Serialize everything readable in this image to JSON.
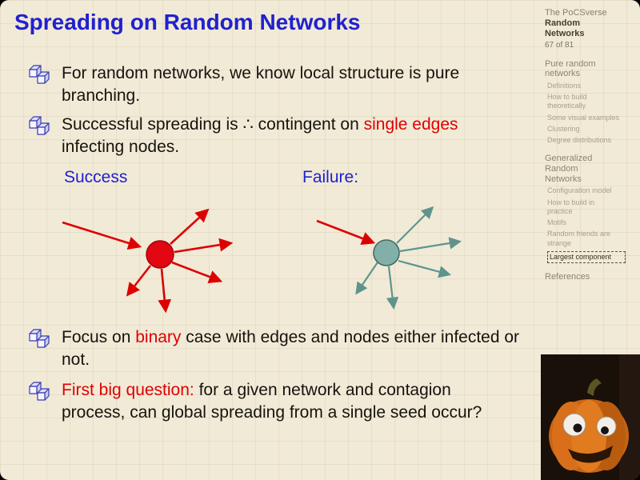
{
  "main": {
    "title": "Spreading on Random Networks",
    "bullets": {
      "b1": {
        "pre": "For random networks, we know local structure is pure branching."
      },
      "b2": {
        "pre": "Successful spreading is ∴ contingent on ",
        "em": "single edges",
        "post": " infecting nodes."
      },
      "b3": {
        "pre": "Focus on ",
        "em": "binary",
        "post": " case with edges and nodes either infected or not."
      },
      "b4": {
        "em": "First big question:",
        "post": " for a given network and contagion process, can global spreading from a single seed occur?"
      }
    },
    "labels": {
      "success": "Success",
      "failure": "Failure:"
    }
  },
  "sidebar": {
    "brand": "The PoCSverse",
    "deck_title": "Random Networks",
    "page": "67 of 81",
    "nav": [
      {
        "label": "Pure random networks",
        "level": "section"
      },
      {
        "label": "Definitions",
        "level": "sub"
      },
      {
        "label": "How to build theoretically",
        "level": "sub"
      },
      {
        "label": "Some visual examples",
        "level": "sub"
      },
      {
        "label": "Clustering",
        "level": "sub"
      },
      {
        "label": "Degree distributions",
        "level": "sub"
      },
      {
        "label": "Generalized Random Networks",
        "level": "section"
      },
      {
        "label": "Configuration model",
        "level": "sub"
      },
      {
        "label": "How to build in practice",
        "level": "sub"
      },
      {
        "label": "Motifs",
        "level": "sub"
      },
      {
        "label": "Random friends are strange",
        "level": "sub"
      },
      {
        "label": "Largest component",
        "level": "sub-current"
      },
      {
        "label": "References",
        "level": "section"
      }
    ]
  },
  "icons": {
    "bullet": "stacked-cubes-icon",
    "corner_image": "pumpkin-googly-eyes-photo"
  },
  "colors": {
    "accent_blue": "#2121cd",
    "alert_red": "#e00000",
    "success_node": "#e30613",
    "failure_node": "#82b0a8",
    "teal_arrow": "#5f948c",
    "paper": "#f1ead7"
  }
}
